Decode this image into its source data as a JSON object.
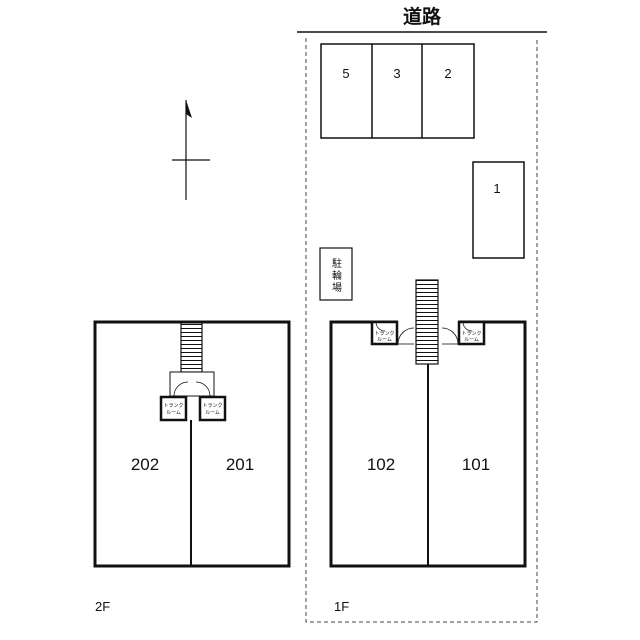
{
  "road": {
    "label": "道路"
  },
  "parking": {
    "spaces": [
      "5",
      "3",
      "2",
      "1"
    ]
  },
  "bike_parking": {
    "label_chars": [
      "駐",
      "輪",
      "場"
    ]
  },
  "floors": {
    "second": {
      "label": "2F",
      "units": [
        "202",
        "201"
      ]
    },
    "first": {
      "label": "1F",
      "units": [
        "102",
        "101"
      ]
    }
  },
  "trunk_room": {
    "line1": "トランク",
    "line2": "ルーム"
  }
}
